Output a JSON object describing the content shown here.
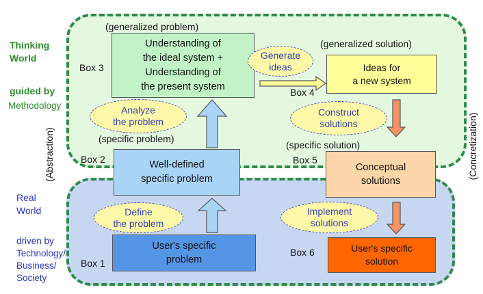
{
  "colors": {
    "thinking_bg": "#e4f8e0",
    "real_bg": "#c7d6f1",
    "border": "#2e8b4a",
    "side_green": "#2e8b2e",
    "side_blue": "#2a34c4",
    "ellipse_fill": "#fff8a8",
    "ellipse_text": "#3040b8",
    "box3": "#c2f3c6",
    "box2": "#a9d4f6",
    "box1": "#5595e6",
    "box4": "#ffff99",
    "box5": "#fcd5a8",
    "box6": "#ff6600",
    "arrow_blue": "#a9d4f6",
    "arrow_orange": "#f49363",
    "arrow_yellow": "#ffff99"
  },
  "left_labels": {
    "thinking_world": "Thinking\nWorld",
    "guided_by": "guided by",
    "methodology": "Methodology",
    "real_world": "Real\nWorld",
    "driven_by": "driven by\nTechnology/\nBusiness/\nSociety"
  },
  "axis_labels": {
    "abstraction": "(Abstraction)",
    "concretization": "(Concretization)"
  },
  "box_labels": {
    "box1": "Box 1",
    "box2": "Box 2",
    "box3": "Box 3",
    "box4": "Box 4",
    "box5": "Box 5",
    "box6": "Box 6"
  },
  "captions": {
    "generalized_problem": "(generalized problem)",
    "generalized_solution": "(generalized solution)",
    "specific_problem": "(specific problem)",
    "specific_solution": "(specific solution)"
  },
  "boxes": {
    "box3": "Understanding of\nthe ideal system +\nUnderstanding of\nthe present system",
    "box2": "Well-defined\nspecific problem",
    "box1": "User's specific\nproblem",
    "box4": "Ideas for\na new system",
    "box5": "Conceptual\nsolutions",
    "box6": "User's specific\nsolution"
  },
  "ellipses": {
    "generate_ideas": "Generate\nideas",
    "analyze": "Analyze\nthe problem",
    "define": "Define\nthe problem",
    "construct": "Construct\nsolutions",
    "implement": "Implement\nsolutions"
  }
}
